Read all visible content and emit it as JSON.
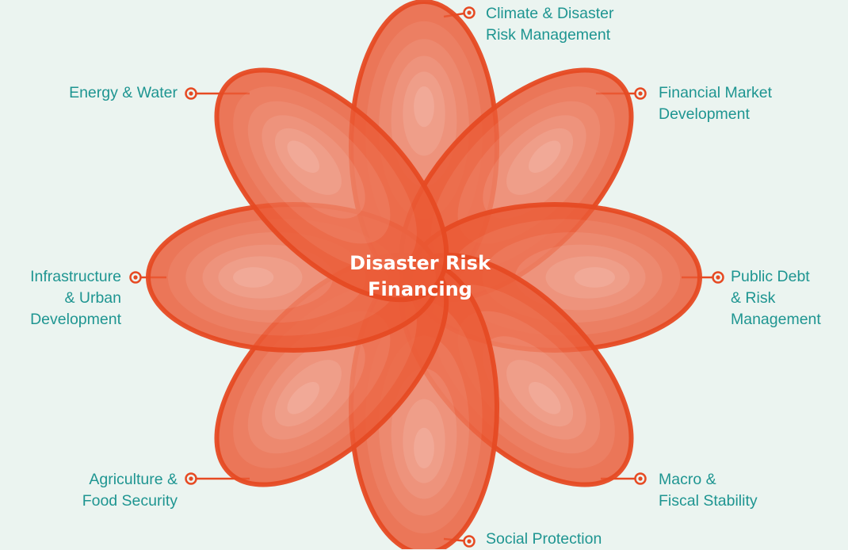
{
  "diagram": {
    "center": {
      "line1": "Disaster Risk",
      "line2": "Financing"
    },
    "petals": [
      {
        "lines": [
          "Climate & Disaster",
          "Risk Management"
        ]
      },
      {
        "lines": [
          "Financial Market",
          "Development"
        ]
      },
      {
        "lines": [
          "Public Debt",
          "& Risk",
          "Management"
        ]
      },
      {
        "lines": [
          "Macro &",
          "Fiscal Stability"
        ]
      },
      {
        "lines": [
          "Social Protection"
        ]
      },
      {
        "lines": [
          "Agriculture &",
          "Food Security"
        ]
      },
      {
        "lines": [
          "Infrastructure",
          "& Urban",
          "Development"
        ]
      },
      {
        "lines": [
          "Energy & Water"
        ]
      }
    ]
  },
  "colors": {
    "background": "#ebf4f0",
    "petal_fill": "#ea5a36",
    "petal_outline": "#e64a23",
    "label_text": "#1e9591",
    "marker": "#e64a23",
    "center_text": "#ffffff"
  },
  "icons": {
    "label_marker": "ring-dot-icon"
  }
}
